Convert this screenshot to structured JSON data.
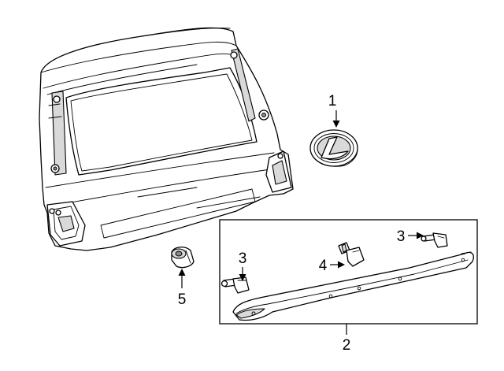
{
  "callouts": {
    "emblem": "1",
    "garnish": "2",
    "clip_upper": "3",
    "clip_lower": "3",
    "retainer": "4",
    "bumper": "5"
  }
}
